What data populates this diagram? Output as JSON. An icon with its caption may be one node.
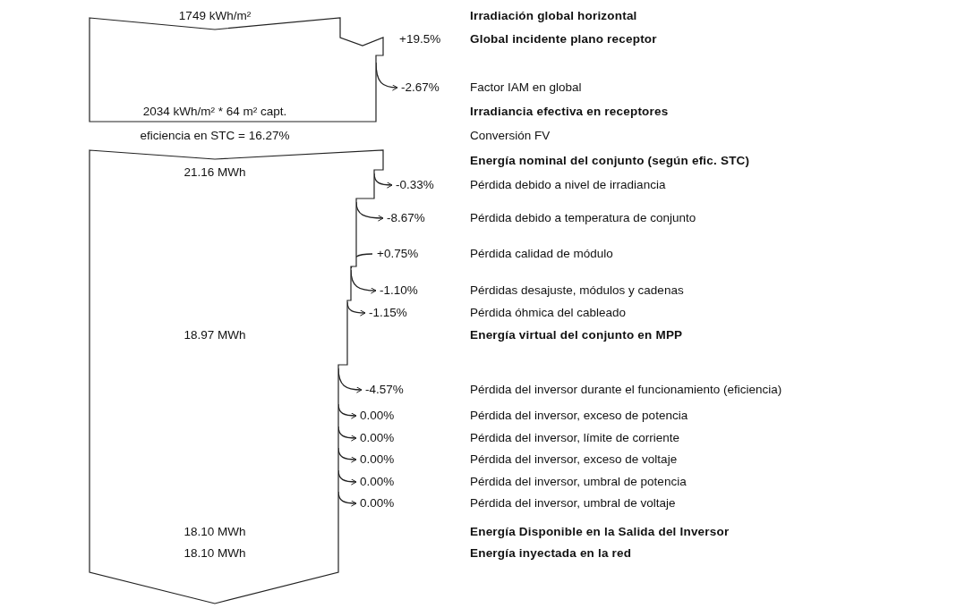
{
  "diagram": {
    "nodes": [
      {
        "text": [
          "1749 kWh/m²",
          "2034 kWh/m² * 64 m² capt."
        ]
      },
      {
        "text": [
          "21.16 MWh",
          "18.97 MWh",
          "18.10 MWh",
          "18.10 MWh"
        ]
      }
    ],
    "edges": [
      {
        "from": 0,
        "to": null,
        "arrow": "to",
        "label": "-2.67%"
      },
      {
        "from": 1,
        "to": null,
        "arrow": "to",
        "label": "-0.33%"
      },
      {
        "from": 1,
        "to": null,
        "arrow": "to",
        "label": "-8.67%"
      },
      {
        "from": null,
        "to": 1,
        "arrow": "to",
        "label": "+0.75%"
      },
      {
        "from": 1,
        "to": null,
        "arrow": "to",
        "label": "-1.10%"
      },
      {
        "from": 1,
        "to": null,
        "arrow": "to",
        "label": "-1.15%"
      },
      {
        "from": 1,
        "to": null,
        "arrow": "to",
        "label": "-4.57%"
      },
      {
        "from": 1,
        "to": null,
        "arrow": "to",
        "label": "0.00%"
      },
      {
        "from": 1,
        "to": null,
        "arrow": "to",
        "label": "0.00%"
      },
      {
        "from": 1,
        "to": null,
        "arrow": "to",
        "label": "0.00%"
      },
      {
        "from": 1,
        "to": null,
        "arrow": "to",
        "label": "0.00%"
      },
      {
        "from": 1,
        "to": null,
        "arrow": "to",
        "label": "0.00%"
      }
    ],
    "labels": [
      "Irradiación global horizontal",
      "+19.5%",
      "Global incidente plano receptor",
      "Factor IAM en global",
      "Irradiancia efectiva en receptores",
      "eficiencia en STC = 16.27%",
      "Conversión FV",
      "Energía nominal del conjunto (según efic. STC)",
      "Pérdida debido a nivel de irradiancia",
      "Pérdida debido a temperatura de conjunto",
      "Pérdida calidad de módulo",
      "Pérdidas desajuste, módulos y cadenas",
      "Pérdida óhmica del cableado",
      "Energía virtual del conjunto en MPP",
      "Pérdida del inversor durante el funcionamiento (eficiencia)",
      "Pérdida del inversor, exceso de potencia",
      "Pérdida del inversor, límite de corriente",
      "Pérdida del inversor, exceso de voltaje",
      "Pérdida del inversor, umbral de potencia",
      "Pérdida del inversor, umbral de voltaje",
      "Energía Disponible en la Salida del Inversor",
      "Energía inyectada en la red"
    ]
  }
}
